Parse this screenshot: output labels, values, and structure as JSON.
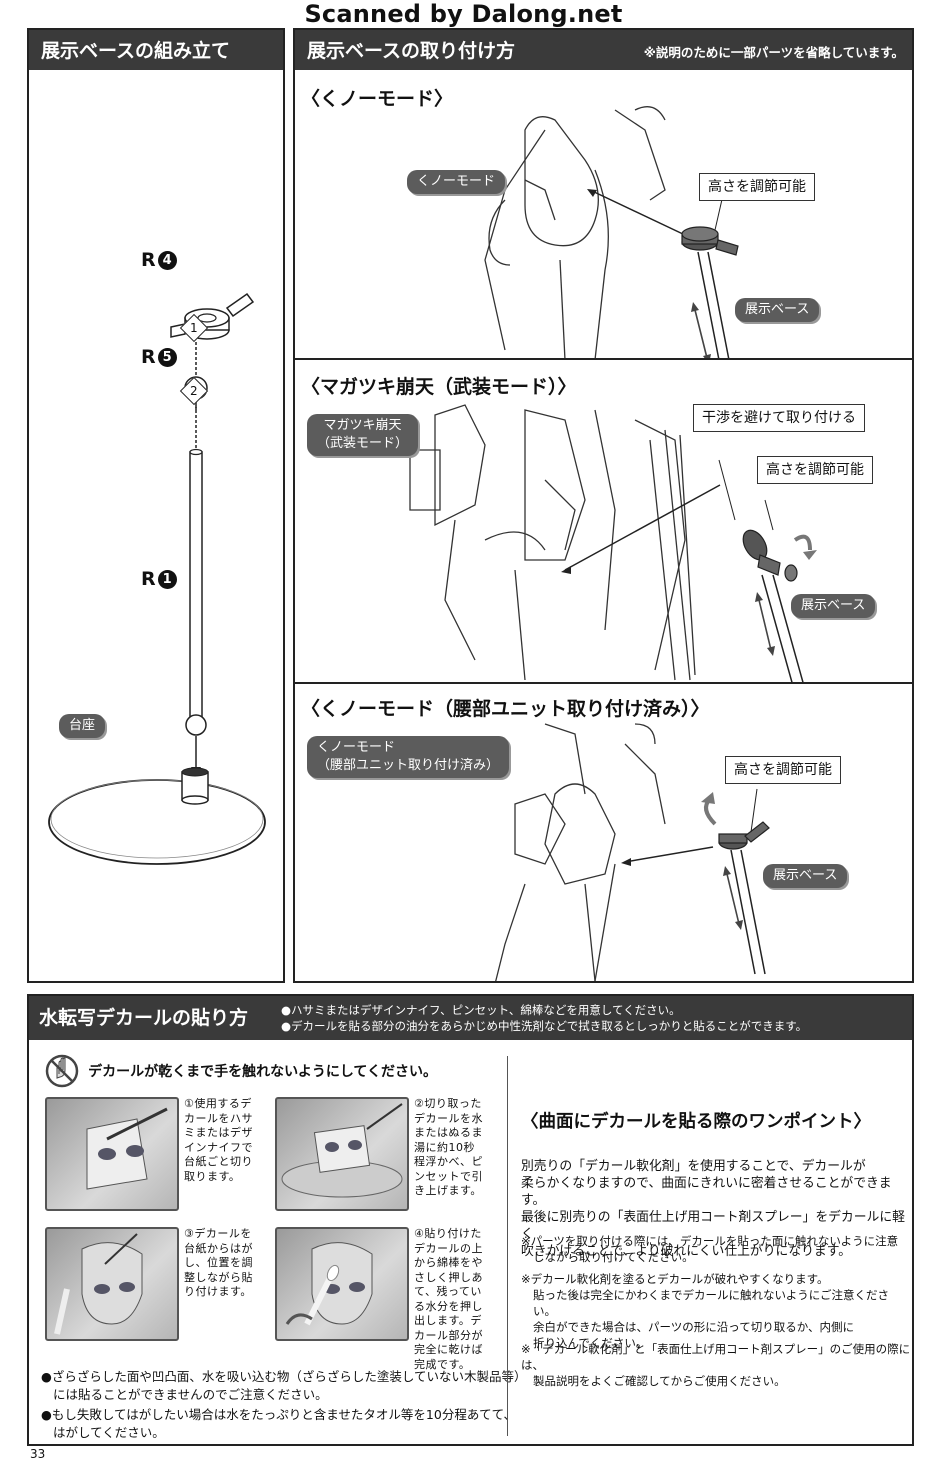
{
  "watermark": "Scanned by Dalong.net",
  "left_panel": {
    "title": "展示ベースの組み立て",
    "parts": [
      {
        "letter": "R",
        "num": "4"
      },
      {
        "letter": "R",
        "num": "5"
      },
      {
        "letter": "R",
        "num": "1"
      }
    ],
    "steps": [
      "1",
      "2"
    ],
    "base_label": "台座"
  },
  "right_panel": {
    "title": "展示ベースの取り付け方",
    "note": "※説明のために一部パーツを省略しています。",
    "sections": [
      {
        "heading": "〈くノーモード〉",
        "pill": [
          "くノーモード"
        ],
        "callouts": [
          "高さを調節可能"
        ],
        "base": "展示ベース"
      },
      {
        "heading": "〈マガツキ崩天（武装モード）〉",
        "pill": [
          "マガツキ崩天",
          "（武装モード）"
        ],
        "callouts": [
          "干渉を避けて取り付ける",
          "高さを調節可能"
        ],
        "base": "展示ベース"
      },
      {
        "heading": "〈くノーモード（腰部ユニット取り付け済み）〉",
        "pill": [
          "くノーモード",
          "（腰部ユニット取り付け済み）"
        ],
        "callouts": [
          "高さを調節可能"
        ],
        "base": "展示ベース"
      }
    ]
  },
  "decal": {
    "title": "水転写デカールの貼り方",
    "bullets": [
      "●ハサミまたはデザインナイフ、ピンセット、綿棒などを用意してください。",
      "●デカールを貼る部分の油分をあらかじめ中性洗剤などで拭き取るとしっかりと貼ることができます。"
    ],
    "warning": "デカールが乾くまで手を触れないようにしてください。",
    "steps": [
      [
        "①使用するデ",
        "カールをハサ",
        "ミまたはデザ",
        "インナイフで",
        "台紙ごと切り",
        "取ります。"
      ],
      [
        "②切り取った",
        "デカールを水",
        "またはぬるま",
        "湯に約10秒",
        "程浮かべ、ピ",
        "ンセットで引",
        "き上げます。"
      ],
      [
        "③デカールを",
        "台紙からはが",
        "し、位置を調",
        "整しながら貼",
        "り付けます。"
      ],
      [
        "④貼り付けた",
        "デカールの上",
        "から綿棒をや",
        "さしく押しあ",
        "て、残ってい",
        "る水分を押し",
        "出します。デ",
        "カール部分が",
        "完全に乾けば",
        "完成です。"
      ]
    ],
    "bottom_notes": [
      [
        "●ざらざらした面や凹凸面、水を吸い込む物（ざらざらした塗装していない木製品等）",
        "には貼ることができませんのでご注意ください。"
      ],
      [
        "●もし失敗してはがしたい場合は水をたっぷりと含ませたタオル等を10分程あてて、",
        "はがしてください。"
      ]
    ],
    "tip": {
      "heading": "〈曲面にデカールを貼る際のワンポイント〉",
      "body": [
        "別売りの「デカール軟化剤」を使用することで、デカールが",
        "柔らかくなりますので、曲面にきれいに密着させることができます。",
        "最後に別売りの「表面仕上げ用コート剤スプレー」をデカールに軽く",
        "吹きかけることで、より破れにくい仕上がりになります。"
      ],
      "notes": [
        [
          "※パーツを取り付ける際には、デカールを貼った面に触れないように注意",
          "しながら取り付けてください。"
        ],
        [
          "※デカール軟化剤を塗るとデカールが破れやすくなります。",
          "貼った後は完全にかわくまでデカールに触れないようにご注意ください。",
          "余白ができた場合は、パーツの形に沿って切り取るか、内側に",
          "折り込んでください。"
        ],
        [
          "※「デカール軟化剤」と「表面仕上げ用コート剤スプレー」のご使用の際には、",
          "製品説明をよくご確認してからご使用ください。"
        ]
      ]
    }
  },
  "page_number": "33"
}
